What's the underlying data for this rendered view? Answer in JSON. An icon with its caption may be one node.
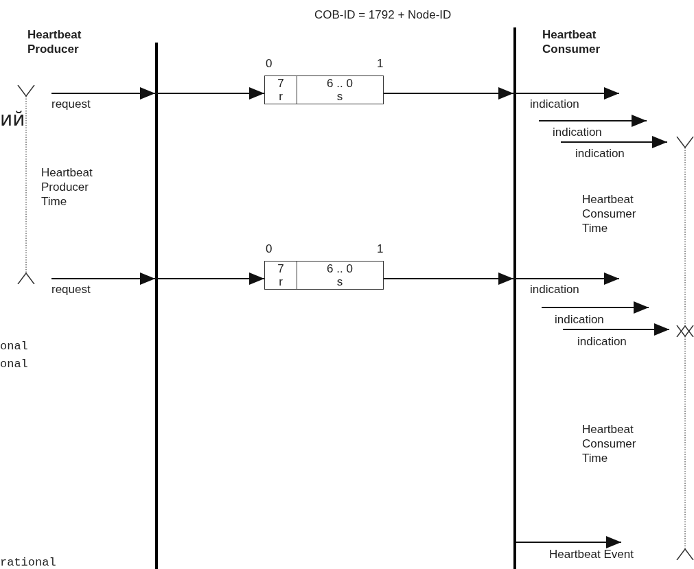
{
  "diagram": {
    "nodes": [
      {
        "text": [],
        "shape": "box",
        "beside": [
          "0",
          "1"
        ]
      },
      {
        "text": [
          "7",
          "r"
        ],
        "in": 0
      },
      {
        "text": [
          "6 .. 0",
          "s"
        ],
        "in": 0
      },
      {
        "text": [],
        "shape": "box",
        "beside": [
          "0",
          "1"
        ]
      },
      {
        "text": [
          "7",
          "r"
        ],
        "in": 3
      },
      {
        "text": [
          "6 .. 0",
          "s"
        ],
        "in": 3
      }
    ],
    "edges": [
      {
        "from": null,
        "to": 0,
        "arrow": "to",
        "label": "request"
      },
      {
        "from": 0,
        "to": null,
        "arrow": "to",
        "label": "indication"
      },
      {
        "from": null,
        "to": 3,
        "arrow": "to",
        "label": "request"
      },
      {
        "from": 3,
        "to": null,
        "arrow": "to",
        "label": "indication"
      }
    ],
    "labels": [
      "COB-ID = 1792 + Node-ID",
      "Heartbeat Producer",
      "Heartbeat Consumer",
      "ий",
      "indication",
      "indication",
      "Heartbeat Producer Time",
      "Heartbeat Consumer Time",
      "indication",
      "indication",
      "onal",
      "onal",
      "Heartbeat Consumer Time",
      "Heartbeat Event",
      "rational"
    ]
  }
}
